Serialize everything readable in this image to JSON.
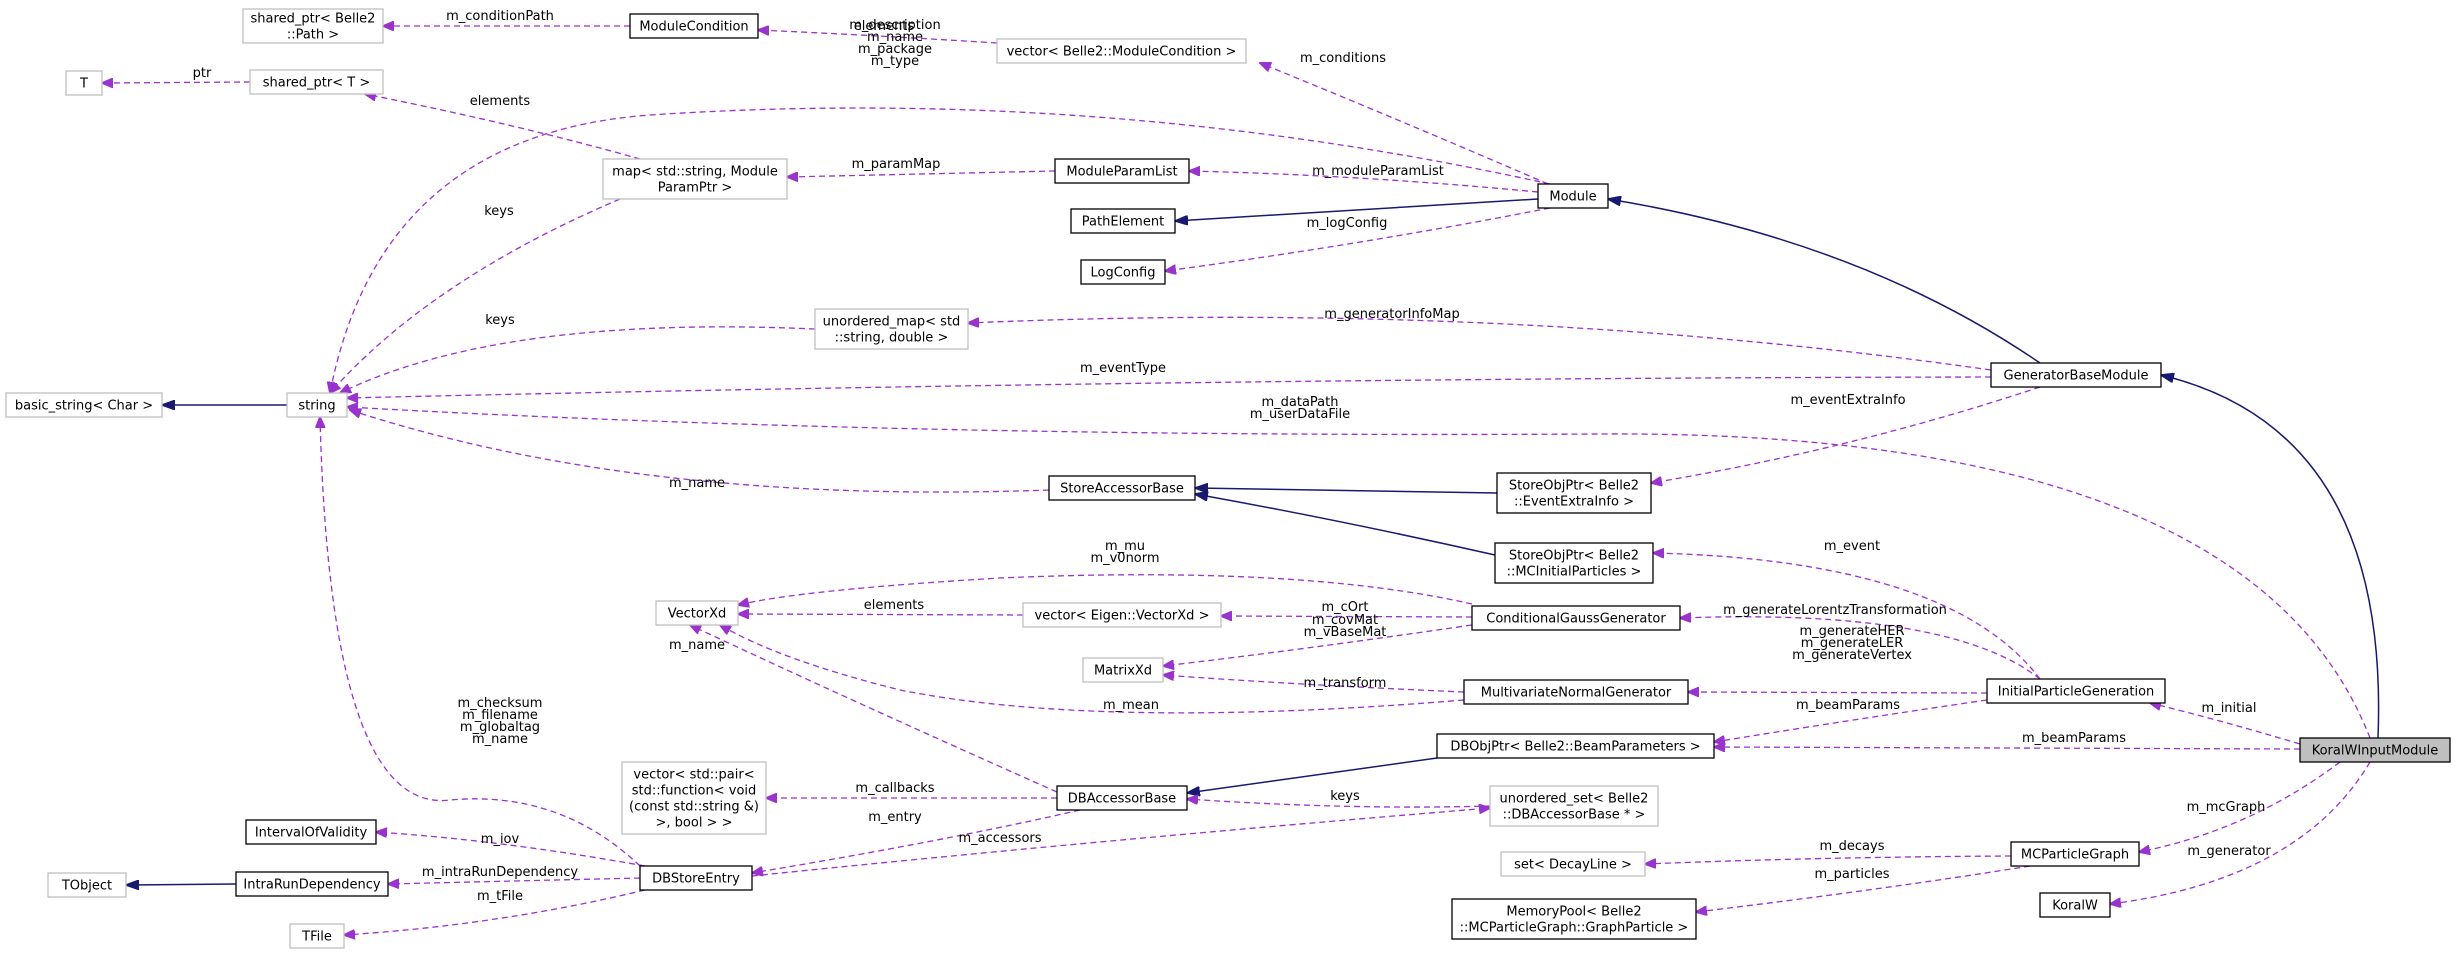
{
  "nodes": {
    "shared_ptr_path": {
      "lines": [
        "shared_ptr< Belle2",
        "::Path >"
      ],
      "style": "grey"
    },
    "module_condition": {
      "lines": [
        "ModuleCondition"
      ],
      "style": "black"
    },
    "vector_module_condition": {
      "lines": [
        "vector< Belle2::ModuleCondition >"
      ],
      "style": "grey"
    },
    "t_type": {
      "lines": [
        "T"
      ],
      "style": "grey"
    },
    "shared_ptr_t": {
      "lines": [
        "shared_ptr< T >"
      ],
      "style": "grey"
    },
    "map_string_module": {
      "lines": [
        "map< std::string, Module",
        "ParamPtr >"
      ],
      "style": "grey"
    },
    "module_param_list": {
      "lines": [
        "ModuleParamList"
      ],
      "style": "black"
    },
    "path_element": {
      "lines": [
        "PathElement"
      ],
      "style": "black"
    },
    "module": {
      "lines": [
        "Module"
      ],
      "style": "black"
    },
    "log_config": {
      "lines": [
        "LogConfig"
      ],
      "style": "black"
    },
    "unordered_map_string_double": {
      "lines": [
        "unordered_map< std",
        "::string, double >"
      ],
      "style": "grey"
    },
    "generator_base_module": {
      "lines": [
        "GeneratorBaseModule"
      ],
      "style": "black"
    },
    "basic_string": {
      "lines": [
        "basic_string< Char >"
      ],
      "style": "grey"
    },
    "string": {
      "lines": [
        "string"
      ],
      "style": "grey"
    },
    "store_accessor_base": {
      "lines": [
        "StoreAccessorBase"
      ],
      "style": "black"
    },
    "store_obj_ptr_event_extra": {
      "lines": [
        "StoreObjPtr< Belle2",
        "::EventExtraInfo >"
      ],
      "style": "black"
    },
    "store_obj_ptr_mc_initial": {
      "lines": [
        "StoreObjPtr< Belle2",
        "::MCInitialParticles >"
      ],
      "style": "black"
    },
    "vector_xd": {
      "lines": [
        "VectorXd"
      ],
      "style": "grey"
    },
    "vector_eigen_vectorxd": {
      "lines": [
        "vector< Eigen::VectorXd >"
      ],
      "style": "grey"
    },
    "conditional_gauss_generator": {
      "lines": [
        "ConditionalGaussGenerator"
      ],
      "style": "black"
    },
    "matrix_xd": {
      "lines": [
        "MatrixXd"
      ],
      "style": "grey"
    },
    "multivariate_normal_generator": {
      "lines": [
        "MultivariateNormalGenerator"
      ],
      "style": "black"
    },
    "initial_particle_generation": {
      "lines": [
        "InitialParticleGeneration"
      ],
      "style": "black"
    },
    "dbobj_ptr_beam_parameters": {
      "lines": [
        "DBObjPtr< Belle2::BeamParameters >"
      ],
      "style": "black"
    },
    "koralw_input_module": {
      "lines": [
        "KoralWInputModule"
      ],
      "style": "current"
    },
    "vector_pair_function": {
      "lines": [
        "vector< std::pair<",
        "std::function< void",
        "(const std::string &)",
        ">, bool > >"
      ],
      "style": "grey"
    },
    "db_accessor_base": {
      "lines": [
        "DBAccessorBase"
      ],
      "style": "black"
    },
    "unordered_set_db_accessor": {
      "lines": [
        "unordered_set< Belle2",
        "::DBAccessorBase * >"
      ],
      "style": "grey"
    },
    "interval_of_validity": {
      "lines": [
        "IntervalOfValidity"
      ],
      "style": "black"
    },
    "tobject": {
      "lines": [
        "TObject"
      ],
      "style": "grey"
    },
    "intra_run_dependency": {
      "lines": [
        "IntraRunDependency"
      ],
      "style": "black"
    },
    "db_store_entry": {
      "lines": [
        "DBStoreEntry"
      ],
      "style": "black"
    },
    "set_decay_line": {
      "lines": [
        "set< DecayLine >"
      ],
      "style": "grey"
    },
    "mc_particle_graph": {
      "lines": [
        "MCParticleGraph"
      ],
      "style": "black"
    },
    "tfile": {
      "lines": [
        "TFile"
      ],
      "style": "grey"
    },
    "memory_pool_graph_particle": {
      "lines": [
        "MemoryPool< Belle2",
        "::MCParticleGraph::GraphParticle >"
      ],
      "style": "black"
    },
    "koralw": {
      "lines": [
        "KoralW"
      ],
      "style": "black"
    }
  },
  "edges": [
    {
      "id": "module_condition-to-shared_ptr_path",
      "kind": "use",
      "labels": [
        "m_conditionPath"
      ]
    },
    {
      "id": "vector_module_condition-to-module_condition",
      "kind": "use",
      "labels": [
        "elements"
      ]
    },
    {
      "id": "shared_ptr_t-to-t",
      "kind": "use",
      "labels": [
        "ptr"
      ]
    },
    {
      "id": "map-to-shared_ptr_t",
      "kind": "use",
      "labels": [
        "elements"
      ]
    },
    {
      "id": "module-to-string-description",
      "kind": "use",
      "labels": [
        "m_description",
        "m_name",
        "m_package",
        "m_type"
      ]
    },
    {
      "id": "module-to-vector_module_condition",
      "kind": "use",
      "labels": [
        "m_conditions"
      ]
    },
    {
      "id": "module_param_list-to-map",
      "kind": "use",
      "labels": [
        "m_paramMap"
      ]
    },
    {
      "id": "module-to-module_param_list",
      "kind": "use",
      "labels": [
        "m_moduleParamList"
      ]
    },
    {
      "id": "module-to-path_element",
      "kind": "inherit",
      "labels": []
    },
    {
      "id": "module-to-log_config",
      "kind": "use",
      "labels": [
        "m_logConfig"
      ]
    },
    {
      "id": "map-to-string-keys",
      "kind": "use",
      "labels": [
        "keys"
      ]
    },
    {
      "id": "generator_base_module-to-module",
      "kind": "inherit",
      "labels": []
    },
    {
      "id": "unordered_map-to-string-keys",
      "kind": "use",
      "labels": [
        "keys"
      ]
    },
    {
      "id": "generator_base_module-to-unordered_map",
      "kind": "use",
      "labels": [
        "m_generatorInfoMap"
      ]
    },
    {
      "id": "generator_base_module-to-string-event_type",
      "kind": "use",
      "labels": [
        "m_eventType"
      ]
    },
    {
      "id": "string-to-basic_string",
      "kind": "inherit",
      "labels": []
    },
    {
      "id": "generator_base_module-to-store_obj_event_extra",
      "kind": "use",
      "labels": [
        "m_eventExtraInfo"
      ]
    },
    {
      "id": "koralw_input-to-string-datapath",
      "kind": "use",
      "labels": [
        "m_dataPath",
        "m_userDataFile"
      ]
    },
    {
      "id": "store_accessor_base-to-string-name",
      "kind": "use",
      "labels": [
        "m_name"
      ]
    },
    {
      "id": "store_obj_event_extra-to-store_accessor_base",
      "kind": "inherit",
      "labels": []
    },
    {
      "id": "store_obj_mc_initial-to-store_accessor_base",
      "kind": "inherit",
      "labels": []
    },
    {
      "id": "initial_particle_generation-to-store_obj_mc_initial",
      "kind": "use",
      "labels": [
        "m_event"
      ]
    },
    {
      "id": "conditional_gauss-to-vector_xd-mu",
      "kind": "use",
      "labels": [
        "m_mu",
        "m_v0norm"
      ]
    },
    {
      "id": "vector_eigen-to-vector_xd",
      "kind": "use",
      "labels": [
        "elements"
      ]
    },
    {
      "id": "conditional_gauss-to-vector_eigen",
      "kind": "use",
      "labels": [
        "m_cOrt"
      ]
    },
    {
      "id": "initial_particle_generation-to-conditional_gauss",
      "kind": "use",
      "labels": [
        "m_generateLorentzTransformation"
      ]
    },
    {
      "id": "conditional_gauss-to-matrix_xd",
      "kind": "use",
      "labels": [
        "m_covMat",
        "m_vBaseMat"
      ]
    },
    {
      "id": "db_accessor_base-to-vector_xd-name",
      "kind": "use",
      "labels": [
        "m_name"
      ]
    },
    {
      "id": "multivariate_normal-to-matrix_xd",
      "kind": "use",
      "labels": [
        "m_transform"
      ]
    },
    {
      "id": "initial_particle_generation-to-multivariate_normal",
      "kind": "use",
      "labels": [
        "m_generateHER",
        "m_generateLER",
        "m_generateVertex"
      ]
    },
    {
      "id": "multivariate_normal-to-vector_xd-mean",
      "kind": "use",
      "labels": [
        "m_mean"
      ]
    },
    {
      "id": "initial_particle_generation-to-dbobj_ptr",
      "kind": "use",
      "labels": [
        "m_beamParams"
      ]
    },
    {
      "id": "koralw_input-to-initial_particle_generation",
      "kind": "use",
      "labels": [
        "m_initial"
      ]
    },
    {
      "id": "koralw_input-to-dbobj_ptr",
      "kind": "use",
      "labels": [
        "m_beamParams"
      ]
    },
    {
      "id": "koralw_input-to-generator_base_module",
      "kind": "inherit",
      "labels": []
    },
    {
      "id": "dbobj_ptr-to-db_accessor_base",
      "kind": "inherit",
      "labels": []
    },
    {
      "id": "db_accessor_base-to-vector_pair",
      "kind": "use",
      "labels": [
        "m_callbacks"
      ]
    },
    {
      "id": "db_store_entry-to-string-checksum",
      "kind": "use",
      "labels": [
        "m_checksum",
        "m_filename",
        "m_globaltag",
        "m_name"
      ]
    },
    {
      "id": "db_accessor_base-to-db_store_entry",
      "kind": "use",
      "labels": [
        "m_entry"
      ]
    },
    {
      "id": "unordered_set-to-db_accessor_base",
      "kind": "use",
      "labels": [
        "keys"
      ]
    },
    {
      "id": "db_store_entry-to-unordered_set",
      "kind": "use",
      "labels": [
        "m_accessors"
      ]
    },
    {
      "id": "db_store_entry-to-interval_of_validity",
      "kind": "use",
      "labels": [
        "m_iov"
      ]
    },
    {
      "id": "intra_run_dependency-to-tobject",
      "kind": "inherit",
      "labels": []
    },
    {
      "id": "db_store_entry-to-intra_run_dependency",
      "kind": "use",
      "labels": [
        "m_intraRunDependency"
      ]
    },
    {
      "id": "db_store_entry-to-tfile",
      "kind": "use",
      "labels": [
        "m_tFile"
      ]
    },
    {
      "id": "mc_particle_graph-to-set_decay_line",
      "kind": "use",
      "labels": [
        "m_decays"
      ]
    },
    {
      "id": "mc_particle_graph-to-memory_pool",
      "kind": "use",
      "labels": [
        "m_particles"
      ]
    },
    {
      "id": "koralw_input-to-mc_particle_graph",
      "kind": "use",
      "labels": [
        "m_mcGraph"
      ]
    },
    {
      "id": "koralw_input-to-koralw",
      "kind": "use",
      "labels": [
        "m_generator"
      ]
    }
  ]
}
